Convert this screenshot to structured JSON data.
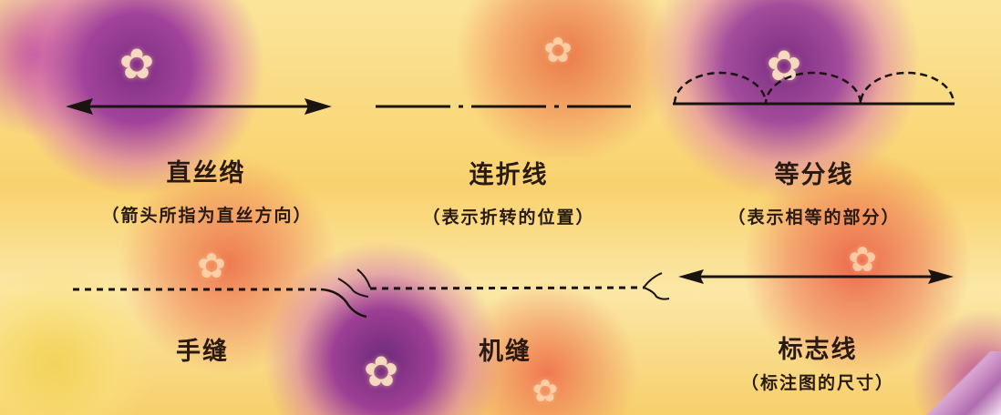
{
  "legend": {
    "straight_grain": {
      "name": "直丝绺",
      "note": "（箭头所指为直丝方向）"
    },
    "fold_line": {
      "name": "连折线",
      "note": "（表示折转的位置）"
    },
    "equal_division_line": {
      "name": "等分线",
      "note": "（表示相等的部分）"
    },
    "hand_sewing": {
      "name": "手缝"
    },
    "machine_sewing": {
      "name": "机缝"
    },
    "marking_line": {
      "name": "标志线",
      "note": "（标注图的尺寸）"
    }
  },
  "colors": {
    "line": "#1a1411",
    "text": "#2a1a14"
  },
  "icons": {
    "double_arrow": "double-arrow-icon",
    "arc_dashes": "dashed-arc-icon",
    "thread_knot": "thread-knot-icon",
    "background_flower": "flower-icon"
  }
}
